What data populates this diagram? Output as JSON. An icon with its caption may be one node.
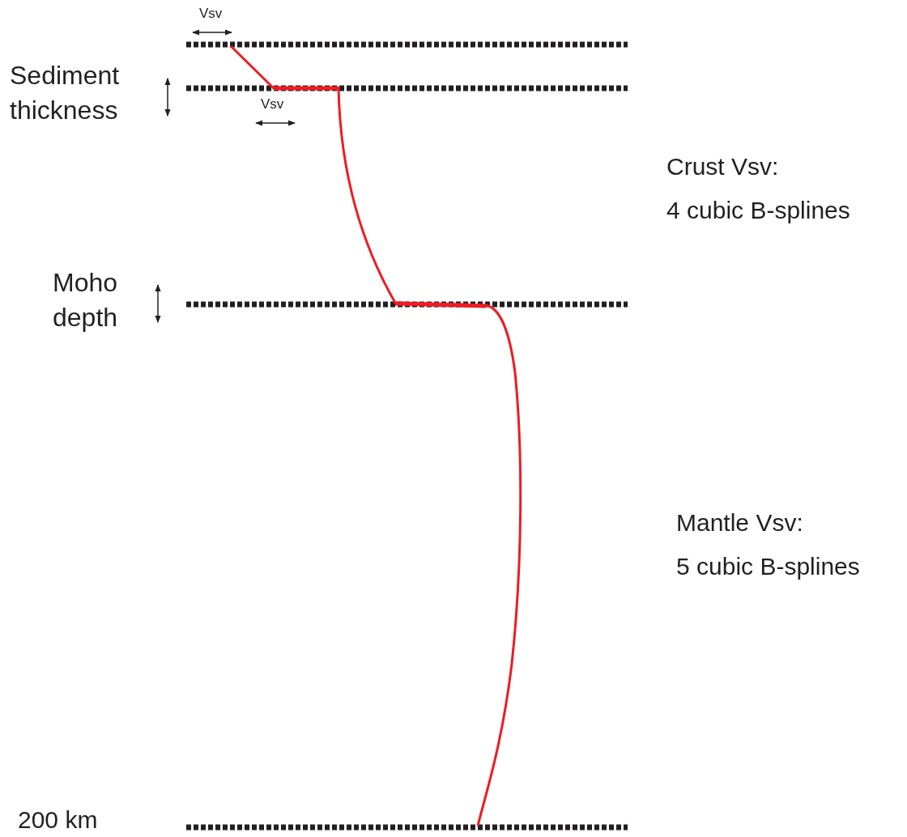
{
  "diagram": {
    "labels": [
      "Vsv",
      "Sediment thickness",
      "Vsv",
      "Crust Vsv:",
      "4 cubic B-splines",
      "Moho depth",
      "Mantle Vsv:",
      "5 cubic B-splines",
      "200 km"
    ]
  }
}
